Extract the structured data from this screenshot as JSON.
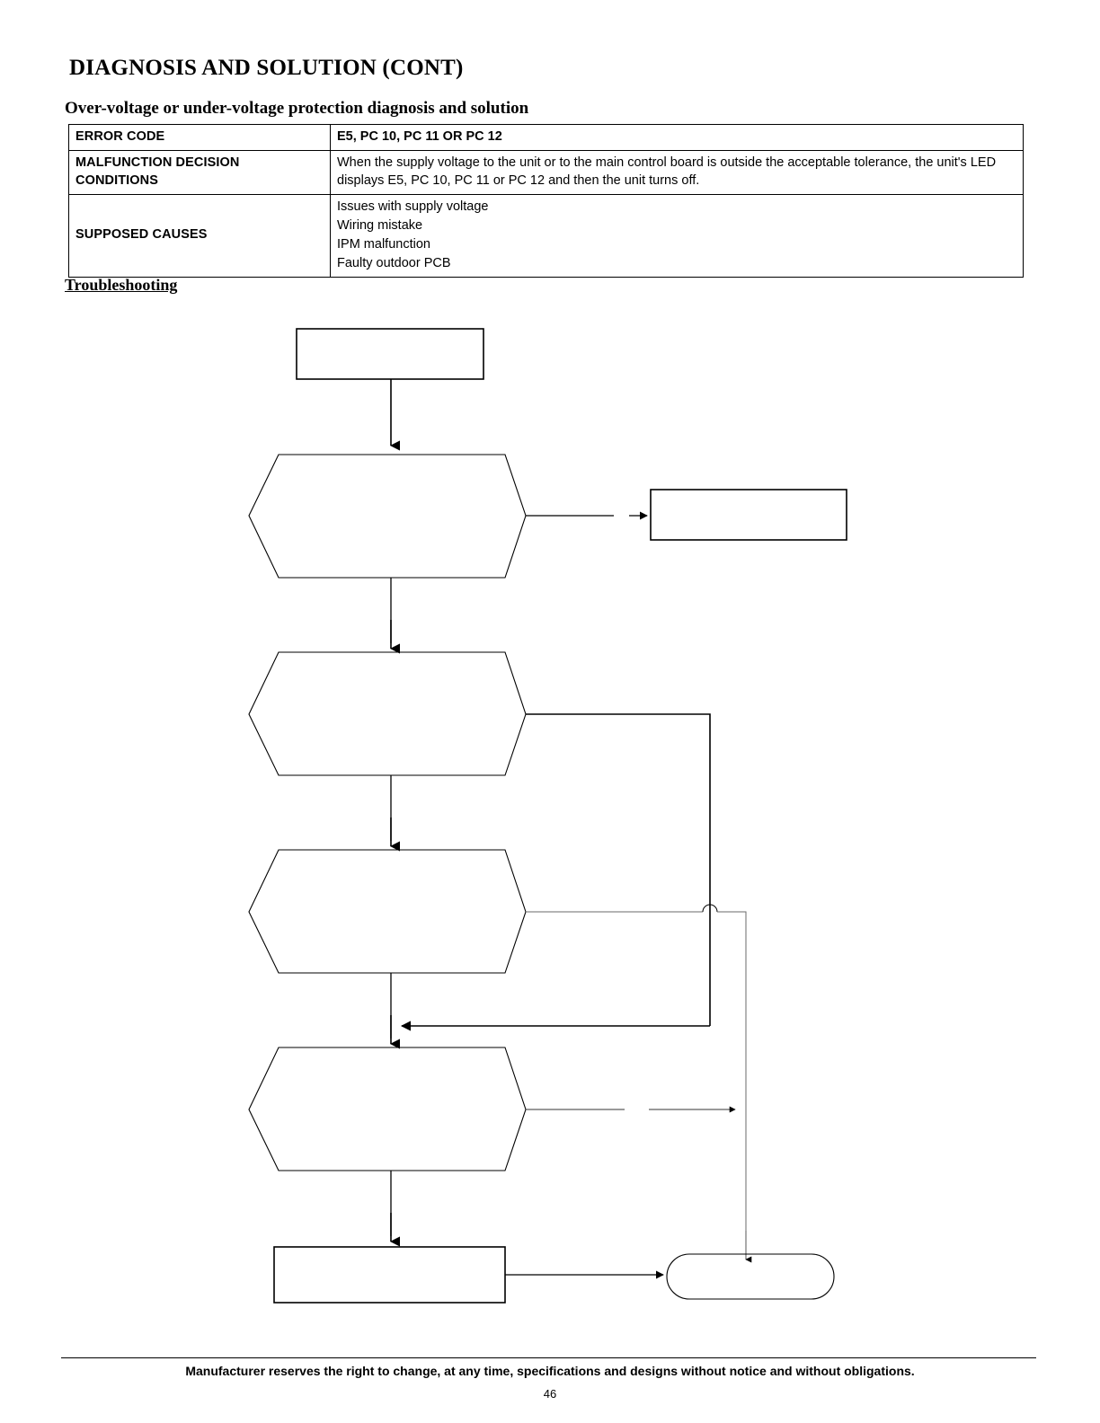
{
  "document": {
    "title": "DIAGNOSIS AND SOLUTION (CONT)",
    "section_title": "Over-voltage or under-voltage protection diagnosis and solution",
    "troubleshooting_title": "Troubleshooting"
  },
  "table": {
    "rows": [
      {
        "label": "ERROR CODE",
        "value": "E5, PC 10, PC 11 OR PC 12"
      },
      {
        "label": "MALFUNCTION DECISION CONDITIONS",
        "label_line1": "MALFUNCTION DECISION",
        "label_line2": "CONDITIONS",
        "value": "When the supply voltage to the unit or to the main control board is outside the acceptable tolerance, the unit's LED displays E5, PC 10, PC 11 or PC 12 and then the unit turns off."
      },
      {
        "label": "SUPPOSED CAUSES",
        "causes": [
          "Issues with supply voltage",
          "Wiring mistake",
          "IPM malfunction",
          "Faulty outdoor PCB"
        ]
      }
    ]
  },
  "flowchart": {
    "description": "Troubleshooting flow diagram with blank shapes",
    "nodes": [
      {
        "id": "start-box",
        "shape": "rectangle",
        "label": ""
      },
      {
        "id": "decision-1",
        "shape": "hexagon",
        "label": ""
      },
      {
        "id": "action-box-1",
        "shape": "rectangle",
        "label": ""
      },
      {
        "id": "decision-2",
        "shape": "hexagon",
        "label": ""
      },
      {
        "id": "decision-3",
        "shape": "hexagon",
        "label": ""
      },
      {
        "id": "decision-4",
        "shape": "hexagon",
        "label": ""
      },
      {
        "id": "action-box-2",
        "shape": "rectangle",
        "label": ""
      },
      {
        "id": "terminator-end",
        "shape": "stadium",
        "label": ""
      }
    ],
    "stroke_color": "#000000"
  },
  "footer": {
    "note": "Manufacturer reserves the right to change, at any time, specifications and designs without notice and without obligations.",
    "page_number": "46"
  }
}
